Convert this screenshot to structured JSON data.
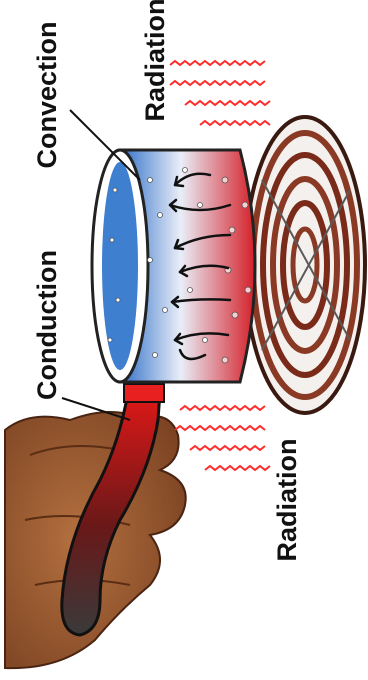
{
  "labels": {
    "convection": "Convection",
    "radiation_top": "Radiation",
    "conduction": "Conduction",
    "radiation_bottom": "Radiation"
  },
  "colors": {
    "water_cold": "#3f7fd0",
    "water_hot": "#d4202a",
    "coil": "#7a2a18",
    "hand": "#9b5a36",
    "handle_hot": "#d81818",
    "handle_cold": "#3a3a3a",
    "radiation_wave": "#ff2a2a",
    "arrow": "#111111"
  },
  "icons": [
    "stove-coil-icon",
    "pot-icon",
    "hand-icon",
    "convection-arrow-icon",
    "radiation-wave-icon"
  ]
}
